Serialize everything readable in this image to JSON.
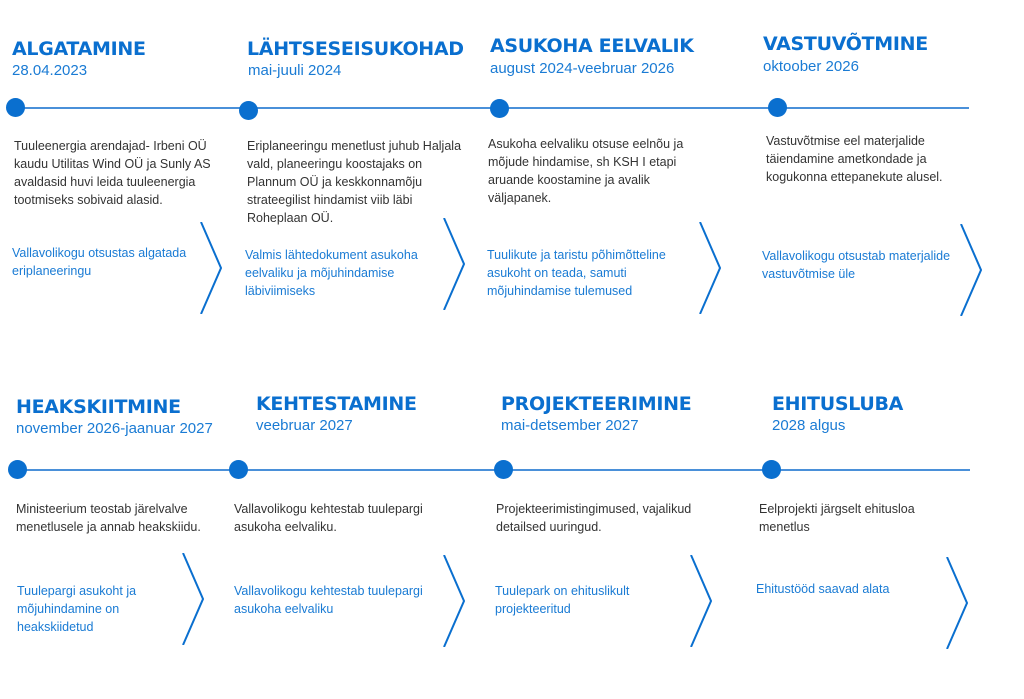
{
  "theme": {
    "accent": "#0a6fcf",
    "outcome_text": "#1a7bd4",
    "body_text": "#333333",
    "line": "#4a90d9"
  },
  "rows": [
    {
      "stages": [
        {
          "title": "ALGATAMINE",
          "date": "28.04.2023",
          "description": "Tuuleenergia arendajad- Irbeni OÜ kaudu Utilitas Wind OÜ ja Sunly AS avaldasid huvi leida tuuleenergia tootmiseks sobivaid alasid.",
          "outcome": "Vallavolikogu otsustas algatada eriplaneeringu",
          "icon": "chevron-right-icon"
        },
        {
          "title": "LÄHTSESEISUKOHAD",
          "date": "mai-juuli 2024",
          "description": "Eriplaneeringu menetlust juhub Haljala vald, planeeringu koostajaks on Plannum OÜ ja keskkonnamõju strateegilist hindamist viib läbi Roheplaan OÜ.",
          "outcome": "Valmis lähtedokument asukoha eelvaliku ja mõjuhindamise läbiviimiseks",
          "icon": "chevron-right-icon"
        },
        {
          "title": "ASUKOHA EELVALIK",
          "date": "august 2024-veebruar 2026",
          "description": "Asukoha eelvaliku otsuse eelnõu ja mõjude hindamise, sh KSH I etapi aruande koostamine ja avalik väljapanek.",
          "outcome": "Tuulikute ja taristu põhimõtteline asukoht on teada, samuti mõjuhindamise tulemused",
          "icon": "chevron-right-icon"
        },
        {
          "title": "VASTUVÕTMINE",
          "date": "oktoober 2026",
          "description": "Vastuvõtmise eel materjalide täiendamine ametkondade ja kogukonna ettepanekute alusel.",
          "outcome": "Vallavolikogu otsustab materjalide vastuvõtmise üle",
          "icon": "chevron-right-icon"
        }
      ]
    },
    {
      "stages": [
        {
          "title": "HEAKSKIITMINE",
          "date": "november 2026-jaanuar 2027",
          "description": "Ministeerium teostab järelvalve menetlusele ja annab heakskiidu.",
          "outcome": "Tuulepargi asukoht ja mõjuhindamine on heakskiidetud",
          "icon": "chevron-right-icon"
        },
        {
          "title": "KEHTESTAMINE",
          "date": "veebruar 2027",
          "description": "Vallavolikogu kehtestab tuulepargi asukoha eelvaliku.",
          "outcome": "Vallavolikogu kehtestab tuulepargi asukoha eelvaliku",
          "icon": "chevron-right-icon"
        },
        {
          "title": "PROJEKTEERIMINE",
          "date": "mai-detsember 2027",
          "description": "Projekteerimistingimused, vajalikud detailsed uuringud.",
          "outcome": "Tuulepark on ehituslikult projekteeritud",
          "icon": "chevron-right-icon"
        },
        {
          "title": "EHITUSLUBA",
          "date": "2028 algus",
          "description": "Eelprojekti järgselt ehitusloa menetlus",
          "outcome": "Ehitustööd saavad alata",
          "icon": "chevron-right-icon"
        }
      ]
    }
  ]
}
